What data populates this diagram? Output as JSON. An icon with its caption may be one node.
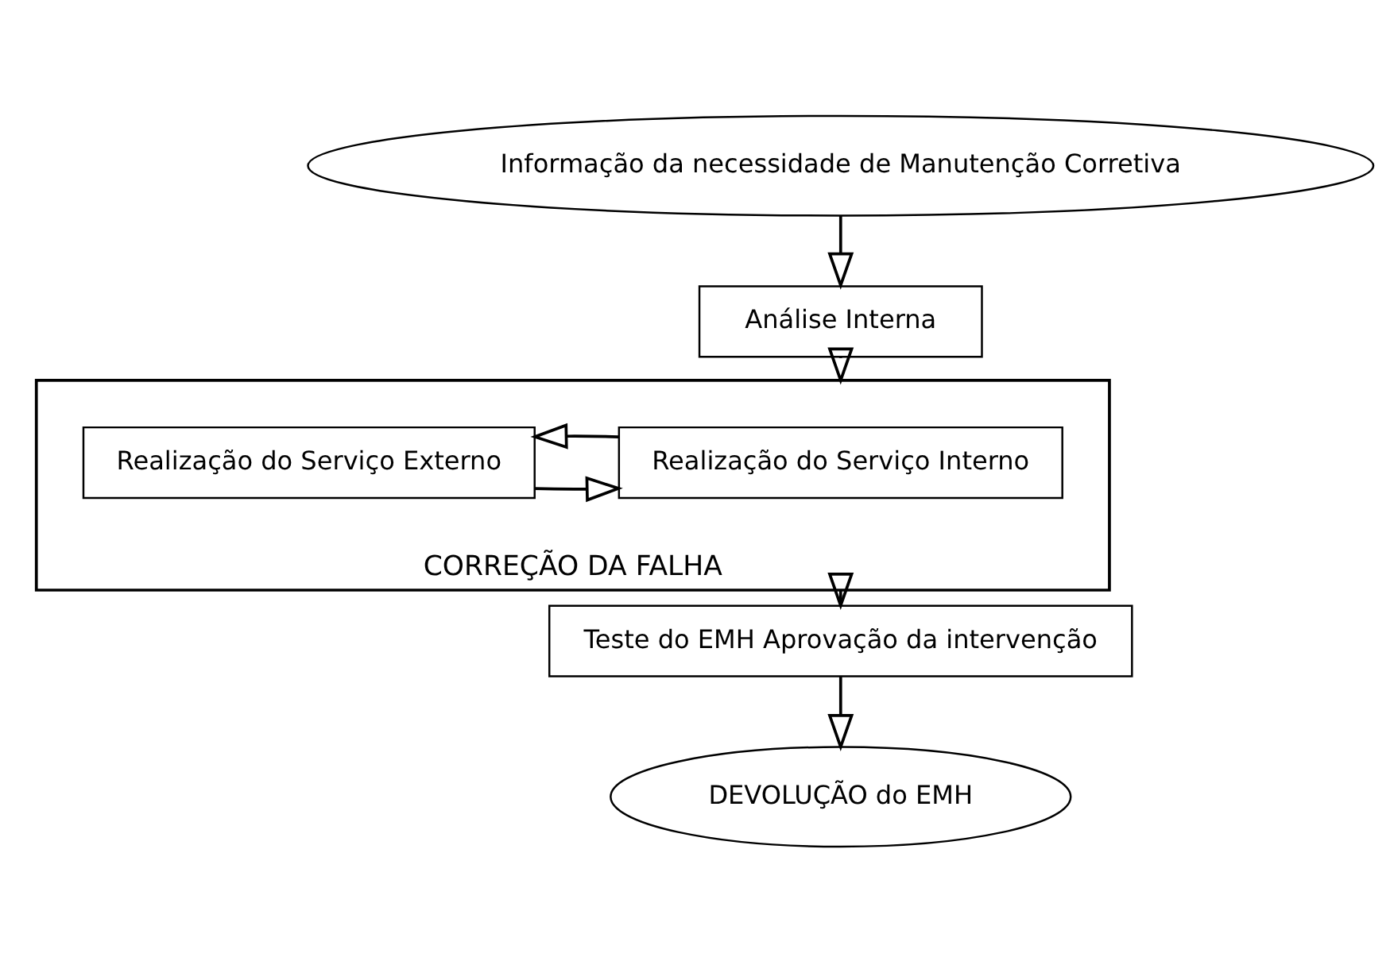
{
  "diagram": {
    "nodes": [
      {
        "text": [
          "Informação da necessidade de Manutenção Corretiva"
        ]
      },
      {
        "text": [
          "Análise Interna"
        ]
      },
      {
        "text": [
          "CORREÇÃO DA FALHA"
        ]
      },
      {
        "text": [
          "Realização do Serviço Interno"
        ],
        "in": 2
      },
      {
        "text": [
          "Realização do Serviço Externo"
        ],
        "in": 2
      },
      {
        "text": [
          "Teste do EMH Aprovação da intervenção"
        ]
      },
      {
        "text": [
          "DEVOLUÇÃO do EMH"
        ]
      }
    ],
    "edges": [
      {
        "from": 0,
        "to": 1,
        "arrow": "to"
      },
      {
        "from": 1,
        "to": 2,
        "arrow": "to"
      },
      {
        "from": 4,
        "to": 3,
        "arrow": "to"
      },
      {
        "from": 3,
        "to": 4,
        "arrow": "to"
      },
      {
        "from": 2,
        "to": 5,
        "arrow": "to"
      },
      {
        "from": 5,
        "to": 6,
        "arrow": "to"
      }
    ]
  }
}
